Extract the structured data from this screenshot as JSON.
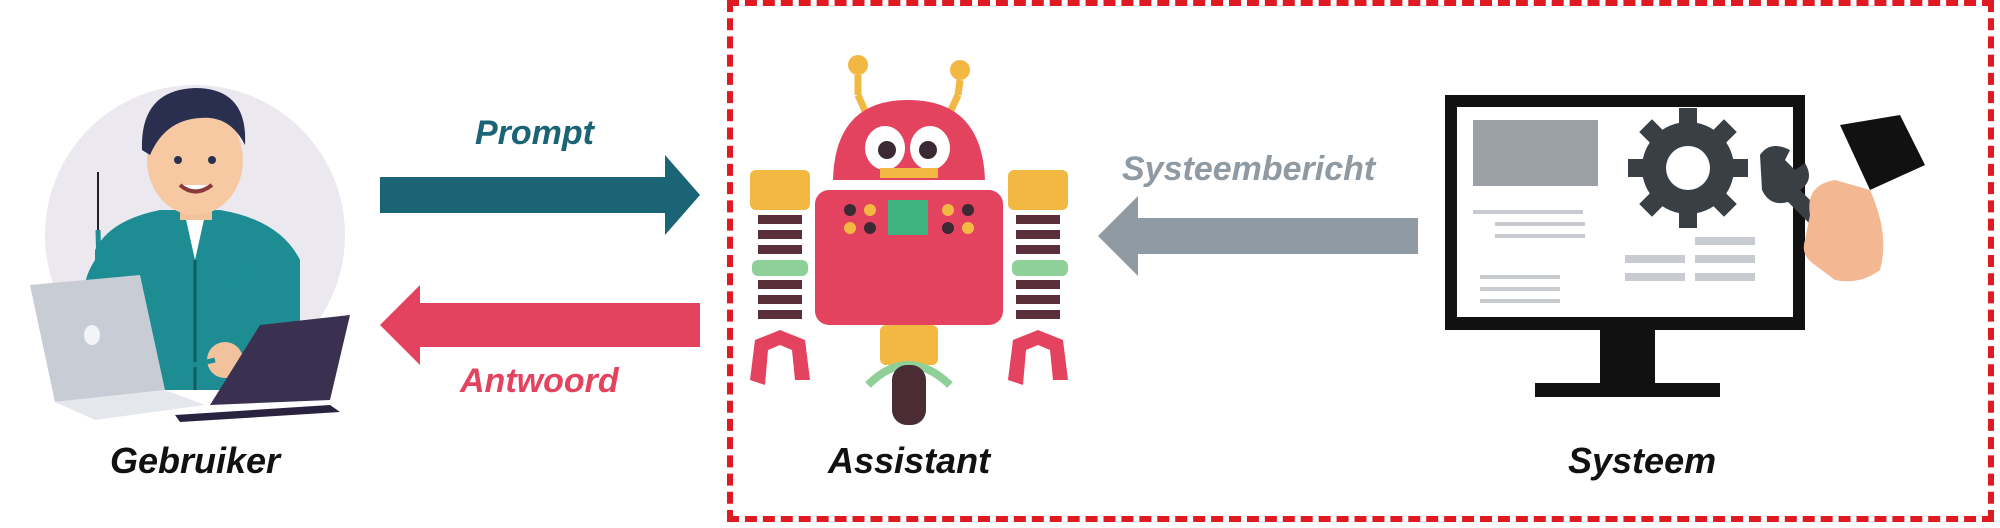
{
  "labels": {
    "prompt": "Prompt",
    "antwoord": "Antwoord",
    "systeembericht": "Systeembericht",
    "gebruiker": "Gebruiker",
    "assistant": "Assistant",
    "systeem": "Systeem"
  },
  "colors": {
    "prompt_arrow": "#1a6475",
    "antwoord_arrow": "#e3435f",
    "system_arrow": "#8f9aa2",
    "box_border": "#e01a22",
    "robot_body": "#e3435f",
    "robot_accent": "#f3b842"
  },
  "icons": [
    "user-at-laptops-illustration",
    "robot-illustration",
    "computer-monitor-gear-wrench-illustration"
  ]
}
